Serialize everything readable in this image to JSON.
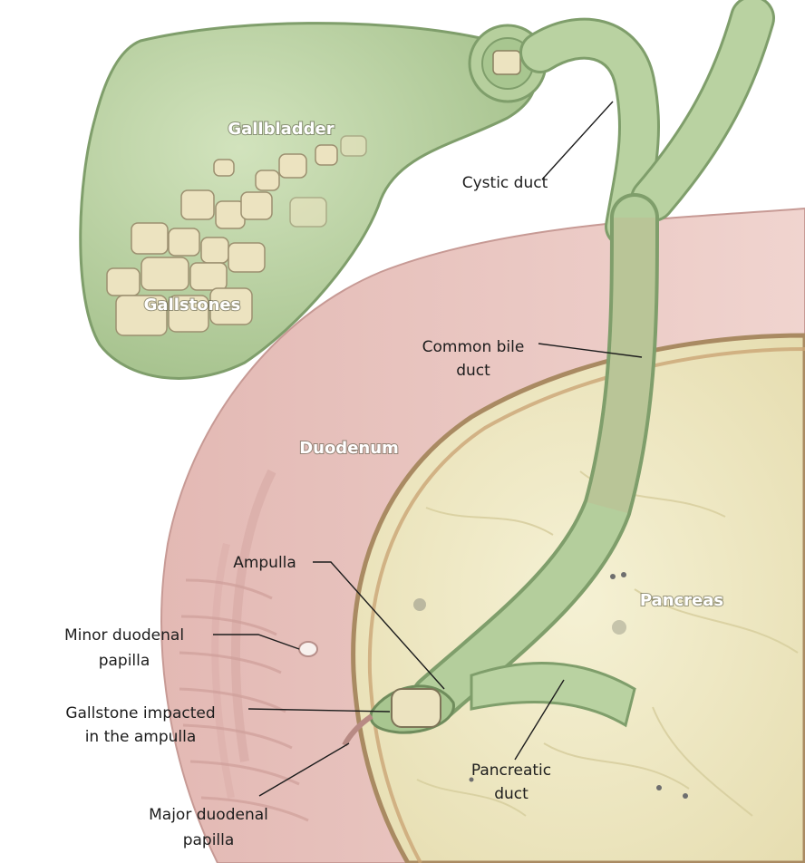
{
  "colors": {
    "gallbladder": "#bcd4a3",
    "duodenum": "#e9c9c5",
    "pancreas": "#f1ecc6",
    "stone": "#ece3c0"
  },
  "labels": {
    "gallbladder": "Gallbladder",
    "gallstones": "Gallstones",
    "cystic_duct": "Cystic duct",
    "common_bile_duct": [
      "Common bile",
      "duct"
    ],
    "duodenum": "Duodenum",
    "ampulla": "Ampulla",
    "pancreas": "Pancreas",
    "minor_papilla": [
      "Minor duodenal",
      "papilla"
    ],
    "impacted_stone": [
      "Gallstone impacted",
      "in the ampulla"
    ],
    "pancreatic_duct": [
      "Pancreatic",
      "duct"
    ],
    "major_papilla": [
      "Major duodenal",
      "papilla"
    ]
  }
}
